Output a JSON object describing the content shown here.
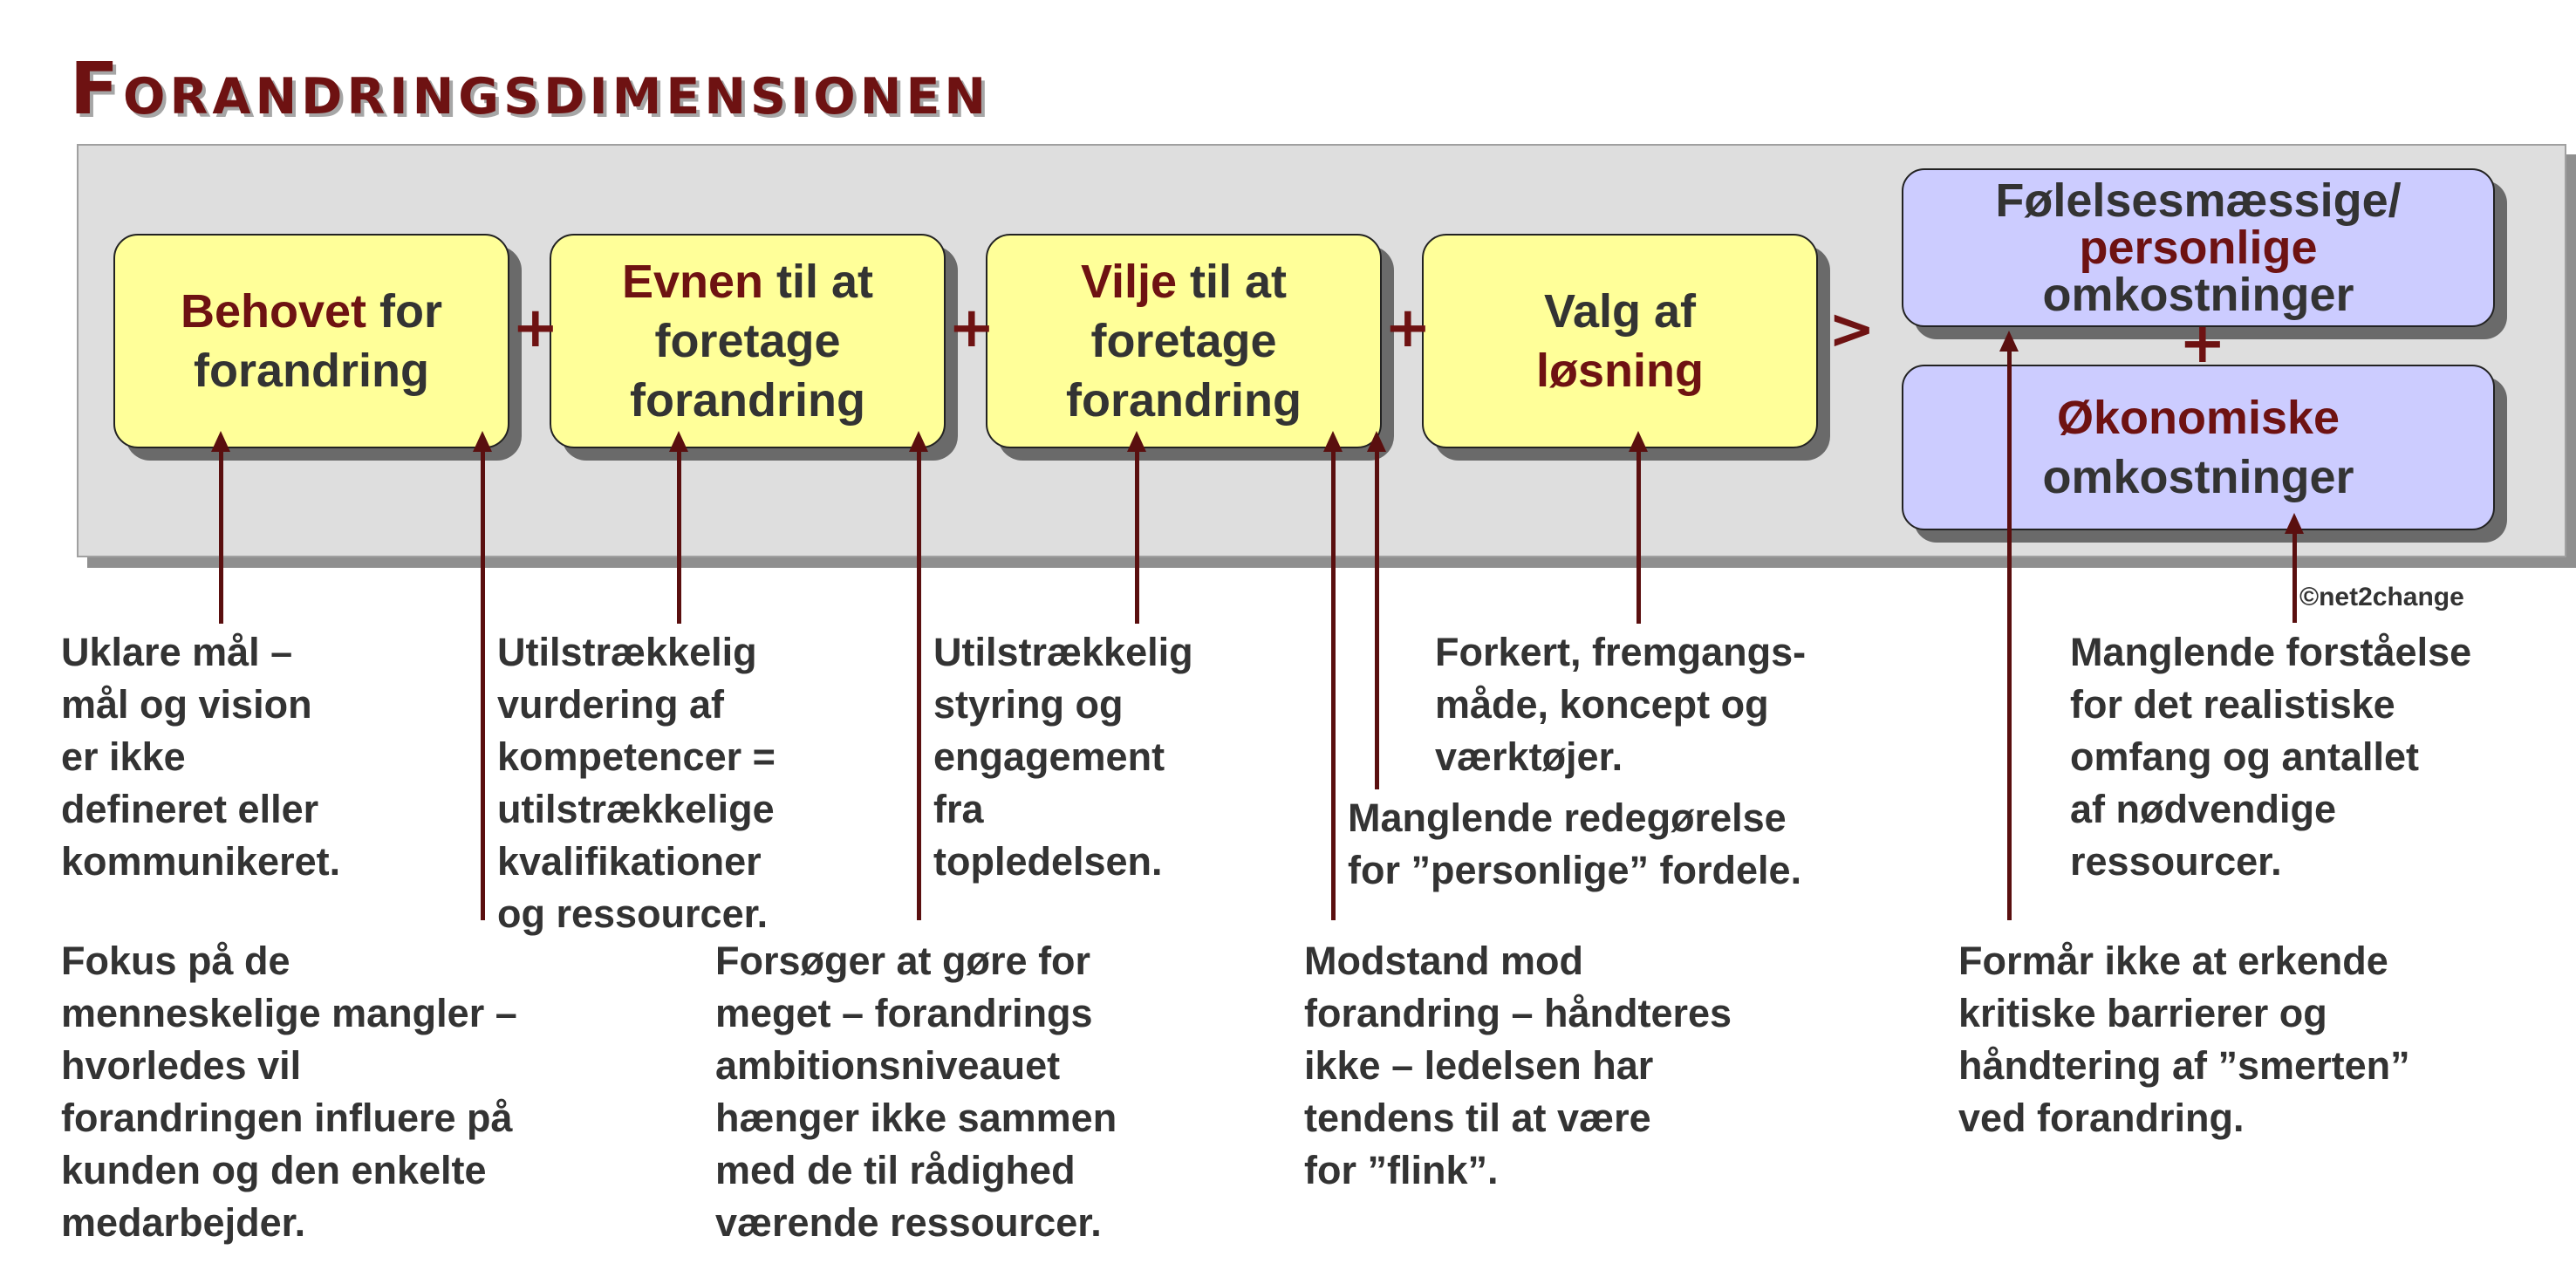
{
  "title": "Forandringsdimensionen",
  "boxes": {
    "behov": {
      "accent": "Behovet",
      "rest": " for",
      "line2": "forandring"
    },
    "evne": {
      "accent": "Evnen",
      "rest": " til at",
      "line2": "foretage",
      "line3": "forandring"
    },
    "vilje": {
      "accent": "Vilje",
      "rest": " til at",
      "line2": "foretage",
      "line3": "forandring"
    },
    "valg": {
      "line1": "Valg af",
      "accent": "løsning"
    },
    "personlige": {
      "line1": "Følelsesmæssige/",
      "accent": "personlige",
      "line3": "omkostninger"
    },
    "okonomiske": {
      "accent": "Økonomiske",
      "line2": "omkostninger"
    }
  },
  "operators": {
    "plus": "+",
    "greater": ">"
  },
  "copyright": "©net2change",
  "notes": {
    "behov": [
      "Uklare mål –",
      "mål og vision",
      "er ikke",
      "defineret eller",
      "kommunikeret."
    ],
    "evne": [
      "Utilstrækkelig",
      "vurdering af",
      "kompetencer =",
      "utilstrækkelige",
      "kvalifikationer",
      "og ressourcer."
    ],
    "vilje": [
      "Utilstrækkelig",
      "styring og",
      "engagement",
      "fra",
      "topledelsen."
    ],
    "valg": [
      "Forkert, fremgangs-",
      "måde, koncept og",
      "værktøjer."
    ],
    "fordele": [
      "Manglende redegørelse",
      "for ”personlige” fordele."
    ],
    "ressourcer": [
      "Manglende forståelse",
      "for det realistiske",
      "omfang og antallet",
      "af nødvendige",
      "ressourcer."
    ],
    "fokus": [
      "Fokus på de",
      "menneskelige mangler –",
      "hvorledes vil",
      "forandringen influere på",
      "kunden og den enkelte",
      "medarbejder."
    ],
    "forsoger": [
      "Forsøger at gøre for",
      "meget – forandrings",
      "ambitionsniveauet",
      "hænger ikke sammen",
      "med de til rådighed",
      "værende ressourcer."
    ],
    "modstand": [
      "Modstand mod",
      "forandring – håndteres",
      "ikke – ledelsen har",
      "tendens til at være",
      "for ”flink”."
    ],
    "formaar": [
      "Formår ikke at erkende",
      "kritiske barrierer og",
      "håndtering af ”smerten”",
      "ved forandring."
    ]
  },
  "colors": {
    "accent": "#6e1212",
    "yellow_box": "#ffff99",
    "blue_box": "#ccccff",
    "panel": "#dedede",
    "text": "#333333",
    "line": "#5a0f0f"
  }
}
